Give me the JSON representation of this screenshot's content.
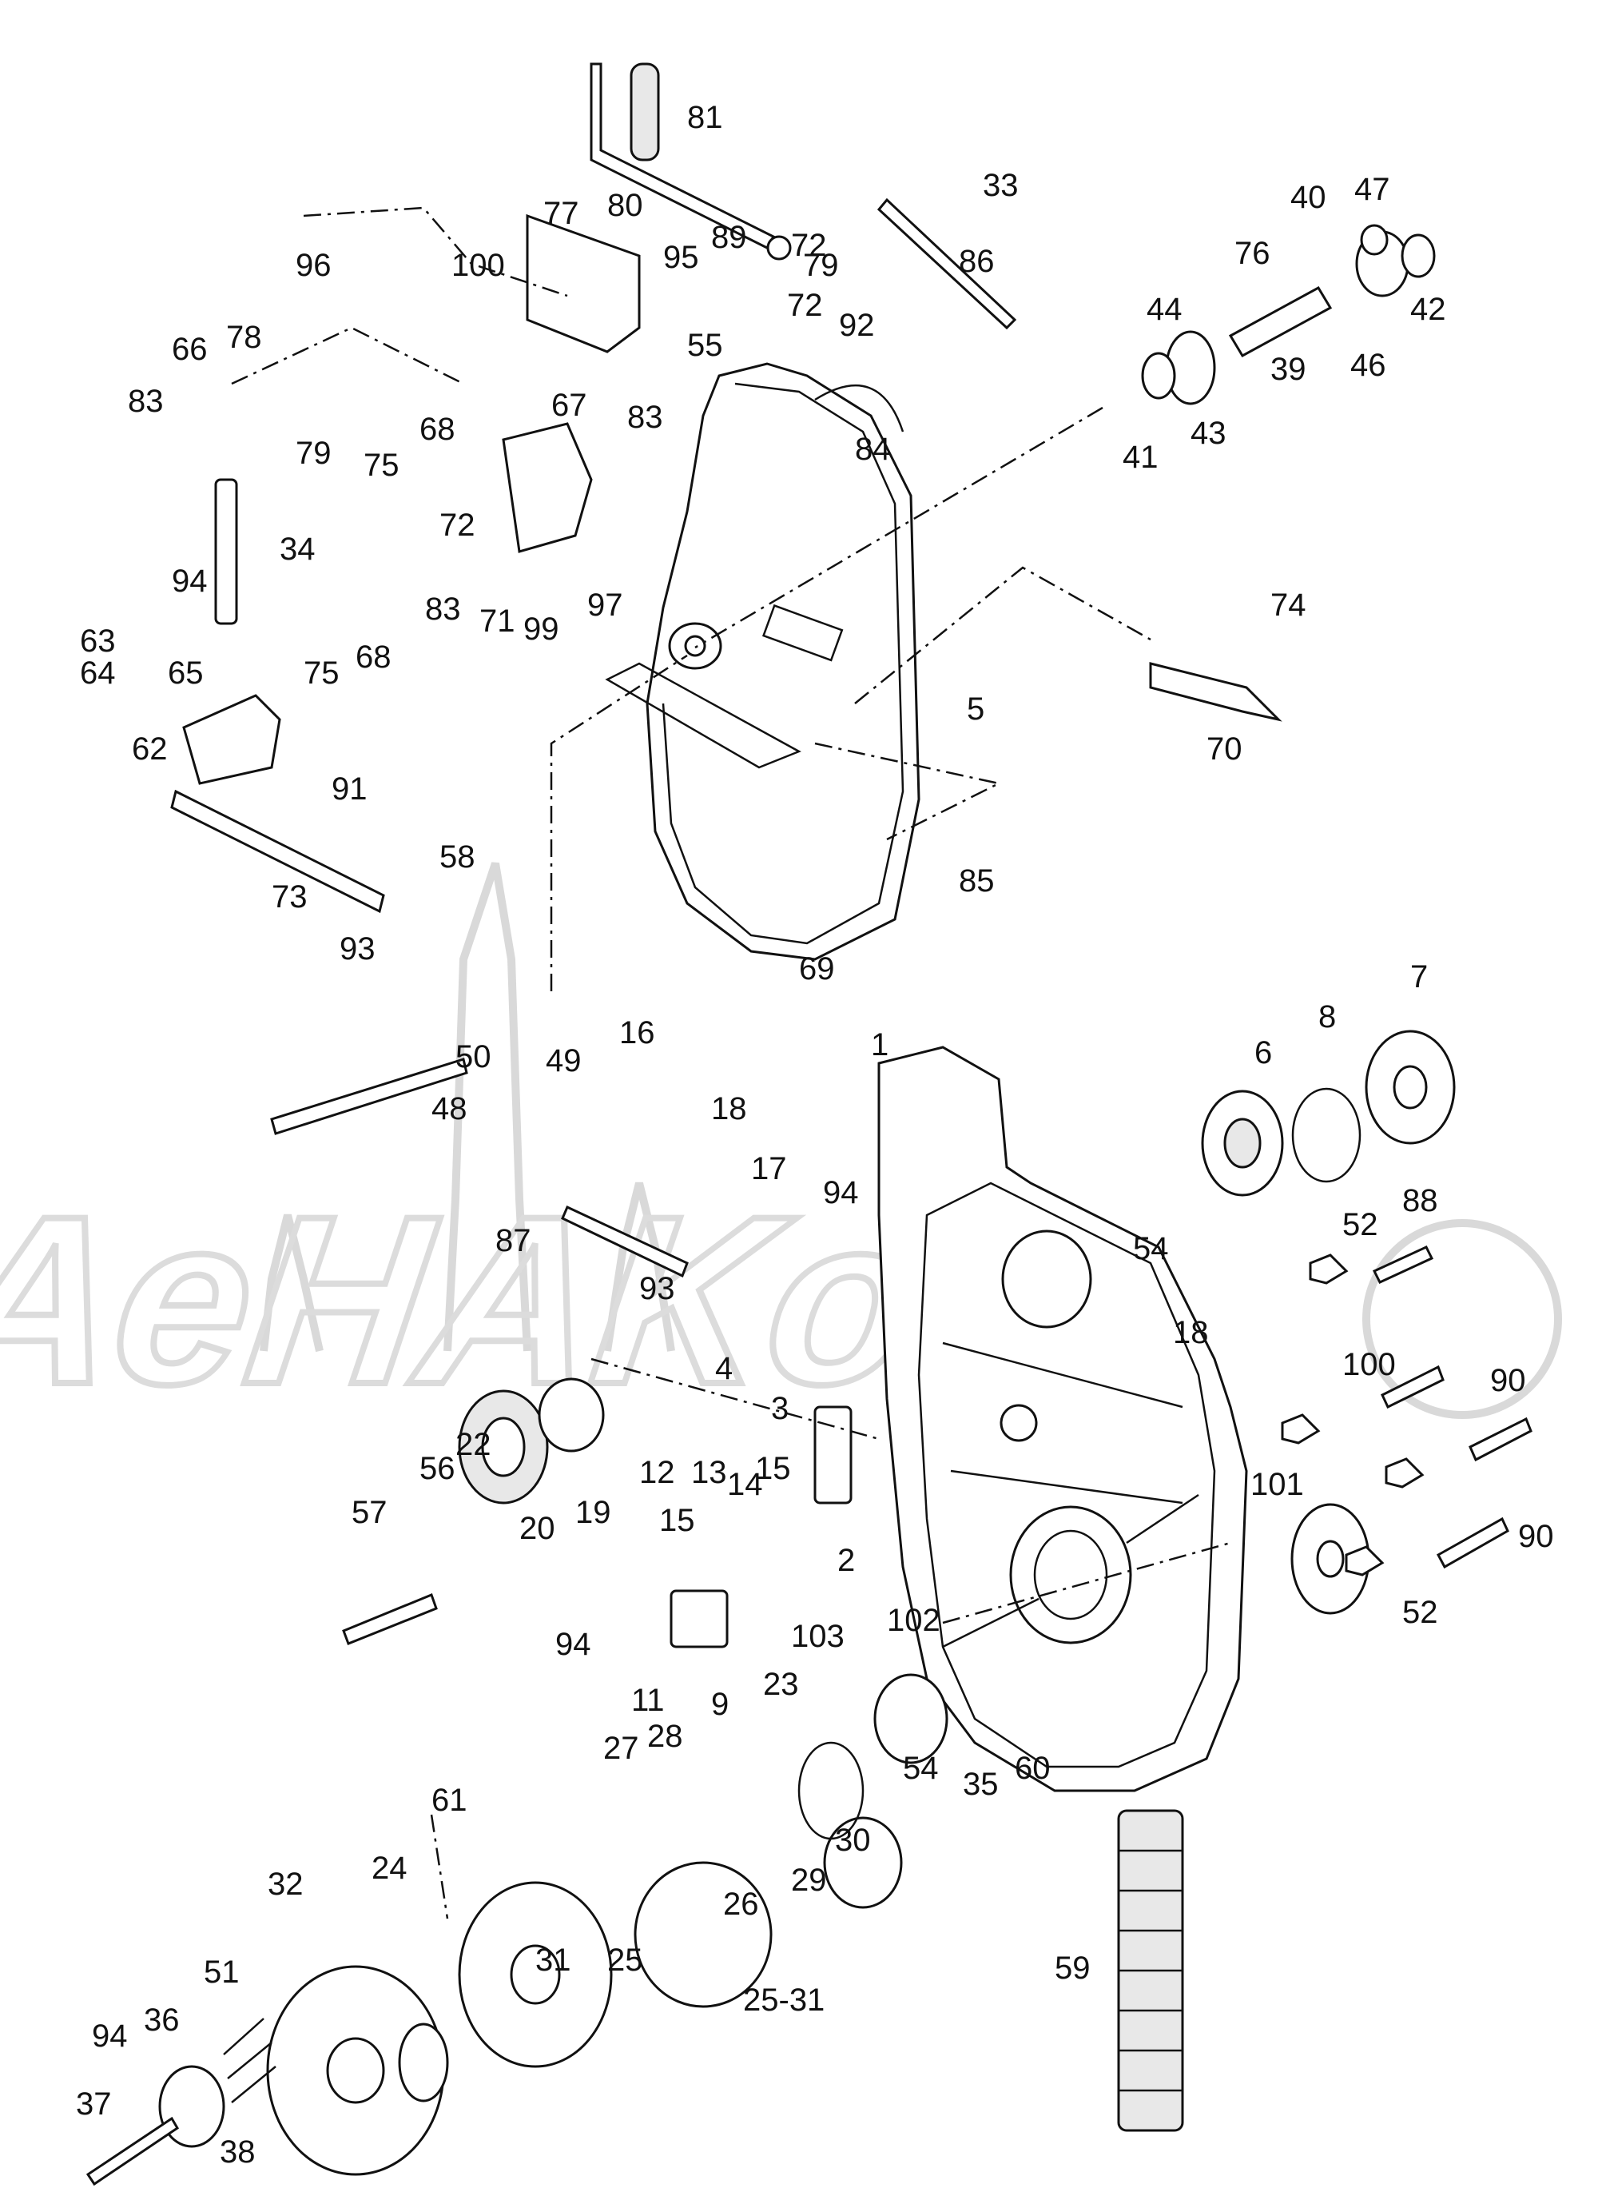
{
  "watermark": {
    "text": "AeHAKom"
  },
  "callouts": [
    {
      "id": "81",
      "label": "81"
    },
    {
      "id": "80",
      "label": "80"
    },
    {
      "id": "72a",
      "label": "72"
    },
    {
      "id": "33",
      "label": "33"
    },
    {
      "id": "86",
      "label": "86"
    },
    {
      "id": "40",
      "label": "40"
    },
    {
      "id": "47",
      "label": "47"
    },
    {
      "id": "76",
      "label": "76"
    },
    {
      "id": "42",
      "label": "42"
    },
    {
      "id": "46",
      "label": "46"
    },
    {
      "id": "39",
      "label": "39"
    },
    {
      "id": "44",
      "label": "44"
    },
    {
      "id": "43",
      "label": "43"
    },
    {
      "id": "41",
      "label": "41"
    },
    {
      "id": "84",
      "label": "84"
    },
    {
      "id": "77",
      "label": "77"
    },
    {
      "id": "96",
      "label": "96"
    },
    {
      "id": "100a",
      "label": "100"
    },
    {
      "id": "95",
      "label": "95"
    },
    {
      "id": "89",
      "label": "89"
    },
    {
      "id": "79a",
      "label": "79"
    },
    {
      "id": "72b",
      "label": "72"
    },
    {
      "id": "92",
      "label": "92"
    },
    {
      "id": "55",
      "label": "55"
    },
    {
      "id": "67",
      "label": "67"
    },
    {
      "id": "83a",
      "label": "83"
    },
    {
      "id": "66",
      "label": "66"
    },
    {
      "id": "78",
      "label": "78"
    },
    {
      "id": "83b",
      "label": "83"
    },
    {
      "id": "79b",
      "label": "79"
    },
    {
      "id": "68a",
      "label": "68"
    },
    {
      "id": "75a",
      "label": "75"
    },
    {
      "id": "72c",
      "label": "72"
    },
    {
      "id": "83c",
      "label": "83"
    },
    {
      "id": "71",
      "label": "71"
    },
    {
      "id": "99",
      "label": "99"
    },
    {
      "id": "97",
      "label": "97"
    },
    {
      "id": "34",
      "label": "34"
    },
    {
      "id": "94a",
      "label": "94"
    },
    {
      "id": "63",
      "label": "63"
    },
    {
      "id": "75b",
      "label": "75"
    },
    {
      "id": "68b",
      "label": "68"
    },
    {
      "id": "64",
      "label": "64"
    },
    {
      "id": "65",
      "label": "65"
    },
    {
      "id": "62",
      "label": "62"
    },
    {
      "id": "91",
      "label": "91"
    },
    {
      "id": "74",
      "label": "74"
    },
    {
      "id": "5",
      "label": "5"
    },
    {
      "id": "70",
      "label": "70"
    },
    {
      "id": "85",
      "label": "85"
    },
    {
      "id": "73",
      "label": "73"
    },
    {
      "id": "58",
      "label": "58"
    },
    {
      "id": "93a",
      "label": "93"
    },
    {
      "id": "69",
      "label": "69"
    },
    {
      "id": "48",
      "label": "48"
    },
    {
      "id": "50",
      "label": "50"
    },
    {
      "id": "49",
      "label": "49"
    },
    {
      "id": "16",
      "label": "16"
    },
    {
      "id": "18a",
      "label": "18"
    },
    {
      "id": "17",
      "label": "17"
    },
    {
      "id": "1",
      "label": "1"
    },
    {
      "id": "6",
      "label": "6"
    },
    {
      "id": "8",
      "label": "8"
    },
    {
      "id": "7",
      "label": "7"
    },
    {
      "id": "94b",
      "label": "94"
    },
    {
      "id": "87",
      "label": "87"
    },
    {
      "id": "93b",
      "label": "93"
    },
    {
      "id": "52a",
      "label": "52"
    },
    {
      "id": "88",
      "label": "88"
    },
    {
      "id": "54a",
      "label": "54"
    },
    {
      "id": "18b",
      "label": "18"
    },
    {
      "id": "100b",
      "label": "100"
    },
    {
      "id": "4",
      "label": "4"
    },
    {
      "id": "3",
      "label": "3"
    },
    {
      "id": "90a",
      "label": "90"
    },
    {
      "id": "22",
      "label": "22"
    },
    {
      "id": "56",
      "label": "56"
    },
    {
      "id": "57",
      "label": "57"
    },
    {
      "id": "20",
      "label": "20"
    },
    {
      "id": "19",
      "label": "19"
    },
    {
      "id": "12",
      "label": "12"
    },
    {
      "id": "13",
      "label": "13"
    },
    {
      "id": "14",
      "label": "14"
    },
    {
      "id": "15a",
      "label": "15"
    },
    {
      "id": "15b",
      "label": "15"
    },
    {
      "id": "2",
      "label": "2"
    },
    {
      "id": "101",
      "label": "101"
    },
    {
      "id": "90b",
      "label": "90"
    },
    {
      "id": "52b",
      "label": "52"
    },
    {
      "id": "94c",
      "label": "94"
    },
    {
      "id": "11",
      "label": "11"
    },
    {
      "id": "9",
      "label": "9"
    },
    {
      "id": "103",
      "label": "103"
    },
    {
      "id": "102",
      "label": "102"
    },
    {
      "id": "23",
      "label": "23"
    },
    {
      "id": "54b",
      "label": "54"
    },
    {
      "id": "35",
      "label": "35"
    },
    {
      "id": "60",
      "label": "60"
    },
    {
      "id": "27",
      "label": "27"
    },
    {
      "id": "28",
      "label": "28"
    },
    {
      "id": "30",
      "label": "30"
    },
    {
      "id": "29",
      "label": "29"
    },
    {
      "id": "61",
      "label": "61"
    },
    {
      "id": "26",
      "label": "26"
    },
    {
      "id": "32",
      "label": "32"
    },
    {
      "id": "24",
      "label": "24"
    },
    {
      "id": "25",
      "label": "25"
    },
    {
      "id": "31",
      "label": "31"
    },
    {
      "id": "25-31",
      "label": "25-31"
    },
    {
      "id": "59",
      "label": "59"
    },
    {
      "id": "51",
      "label": "51"
    },
    {
      "id": "36",
      "label": "36"
    },
    {
      "id": "94d",
      "label": "94"
    },
    {
      "id": "37",
      "label": "37"
    },
    {
      "id": "38",
      "label": "38"
    }
  ]
}
